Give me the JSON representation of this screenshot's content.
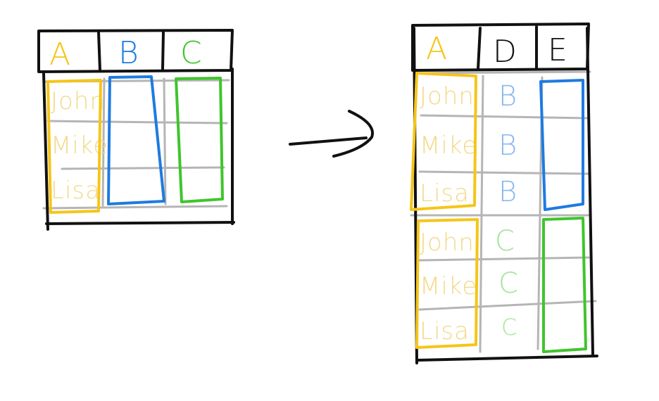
{
  "colors": {
    "ink": "#111111",
    "grid": "#b5b5b5",
    "yellow": "#f5c518",
    "yellow_text": "#f3d98a",
    "blue": "#1e7be0",
    "blue_text": "#8ab8ee",
    "green": "#3fc52c",
    "green_text": "#a6e39b"
  },
  "left_table": {
    "headers": [
      "A",
      "B",
      "C"
    ],
    "names": [
      "John",
      "Mike",
      "Lisa"
    ]
  },
  "right_table": {
    "headers": [
      "A",
      "D",
      "E"
    ],
    "names_top": [
      "John",
      "Mike",
      "Lisa"
    ],
    "names_bottom": [
      "John",
      "Mike",
      "Lisa"
    ],
    "d_top": [
      "B",
      "B",
      "B"
    ],
    "d_bottom": [
      "C",
      "C",
      "C"
    ]
  }
}
